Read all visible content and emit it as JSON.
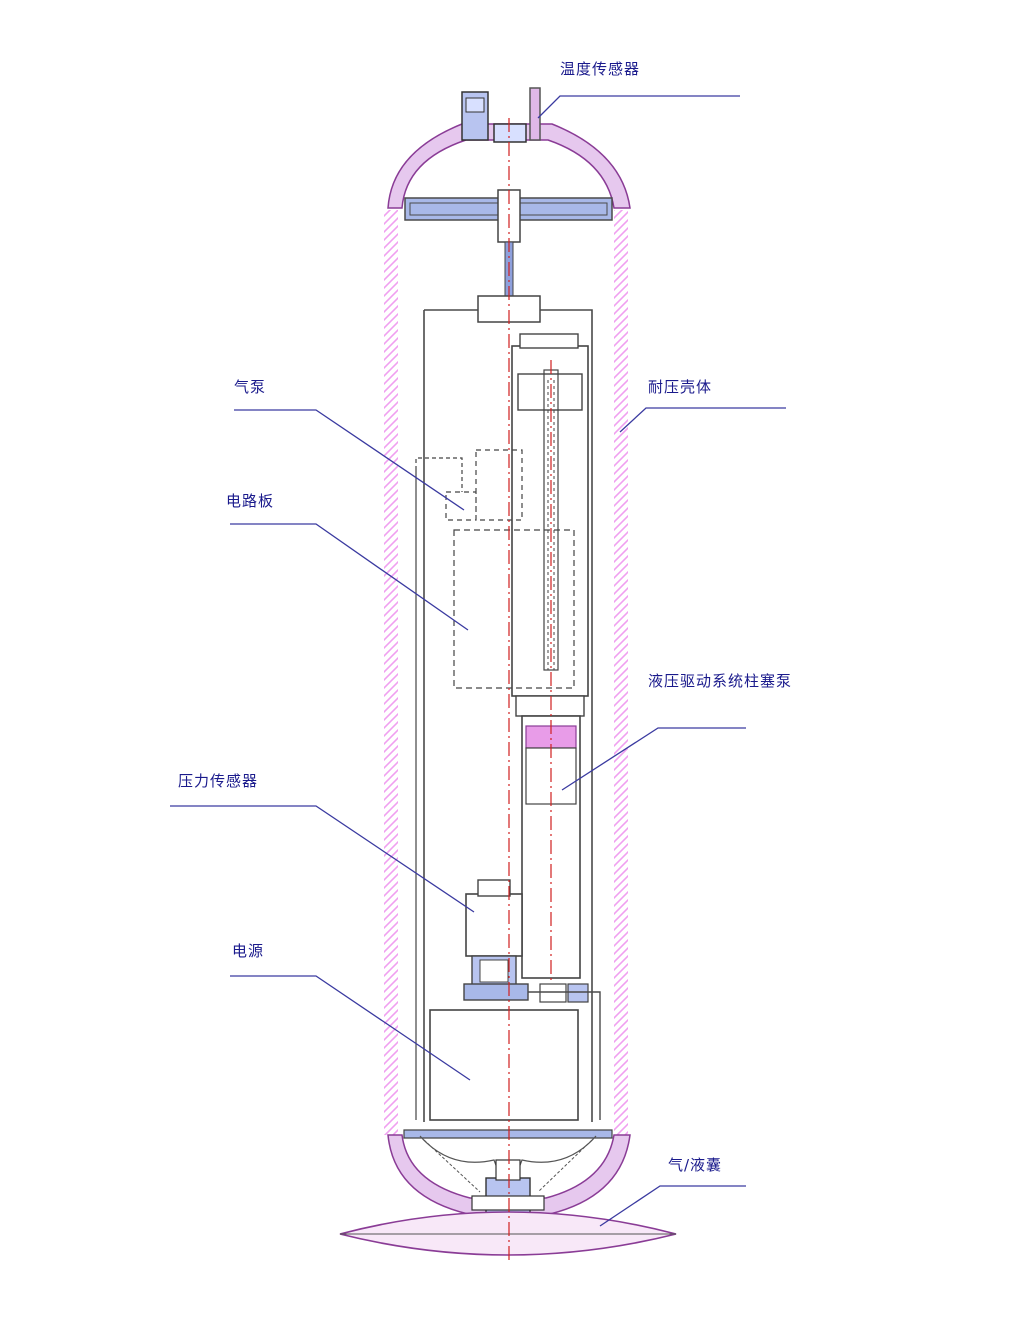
{
  "labels": {
    "temperature_sensor": "温度传感器",
    "air_pump": "气泵",
    "pressure_shell": "耐压壳体",
    "circuit_board": "电路板",
    "hydraulic_pump": "液压驱动系统柱塞泵",
    "pressure_sensor": "压力传感器",
    "power_supply": "电源",
    "bladder": "气/液囊"
  },
  "colors": {
    "shell_hatch": "#f0a0f0",
    "cap_fill": "#e6c8ee",
    "cap_stroke": "#8a3c96",
    "leader": "#3a3aa0",
    "line": "#4a4a4a",
    "centerline": "#d02020",
    "plate": "#a8b8e8"
  }
}
